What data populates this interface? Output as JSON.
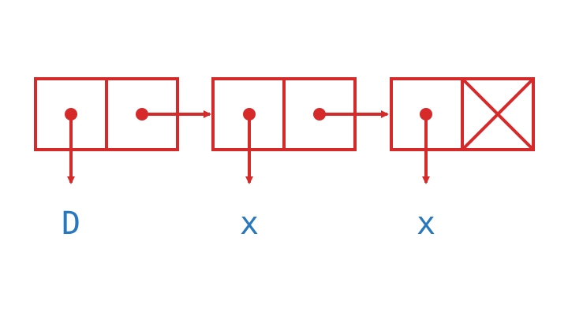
{
  "colors": {
    "structure": "#d62a2a",
    "label": "#2878c0",
    "background": "#ffffff"
  },
  "cells": [
    {
      "car_label": "D",
      "cdr": "pointer"
    },
    {
      "car_label": "x",
      "cdr": "pointer"
    },
    {
      "car_label": "x",
      "cdr": "nil"
    }
  ]
}
